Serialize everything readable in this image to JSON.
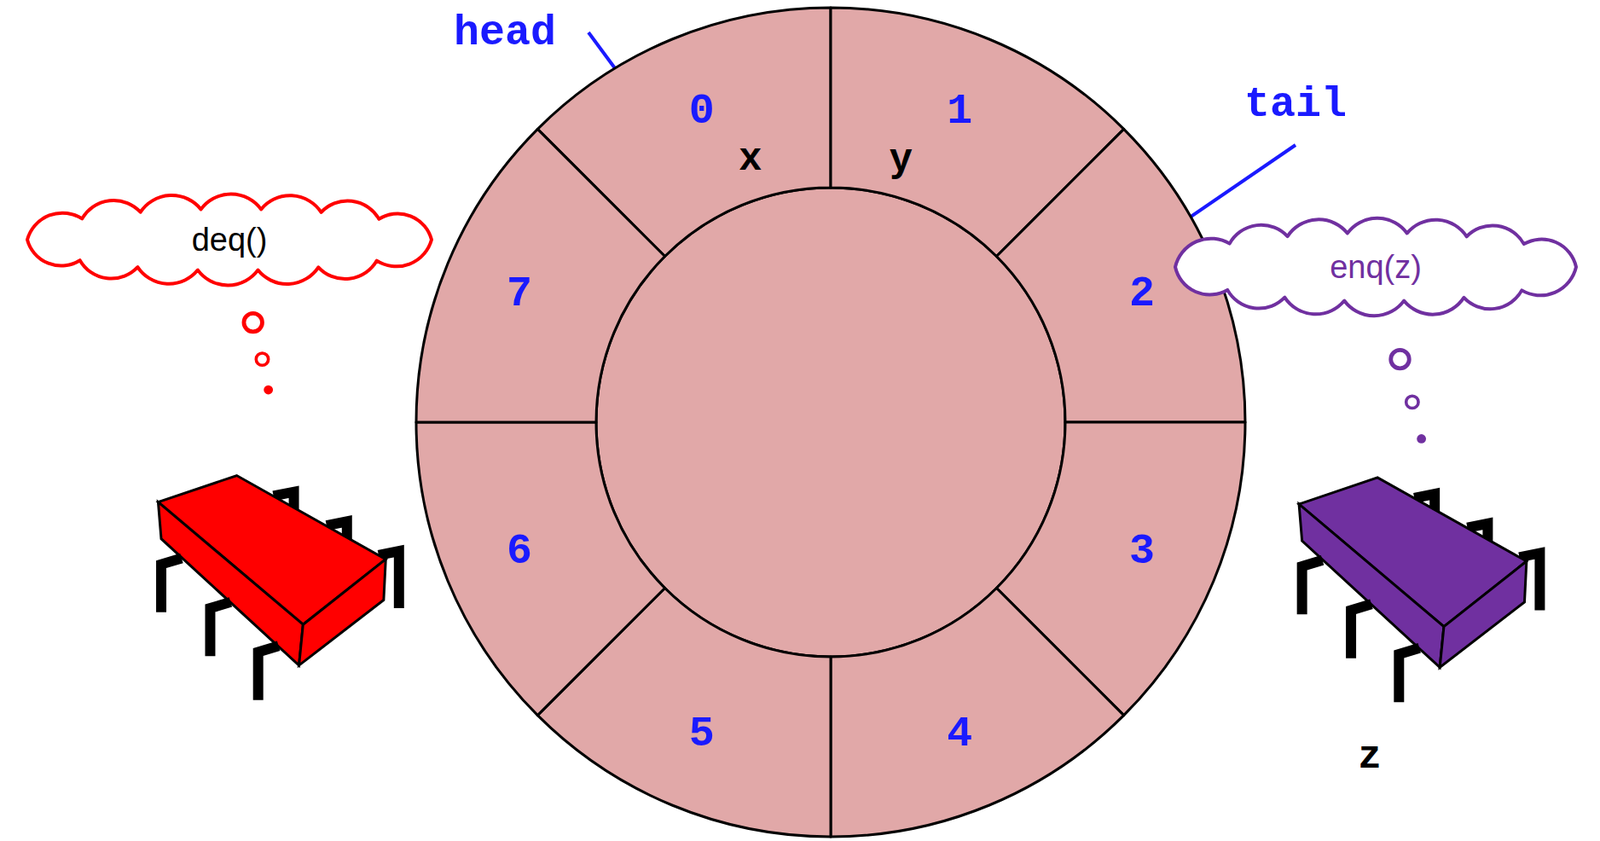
{
  "diagram": {
    "nodes": [
      {
        "text": [
          "0",
          "x"
        ]
      },
      {
        "text": [
          "1",
          "y"
        ]
      },
      {
        "text": [
          "2"
        ]
      },
      {
        "text": [
          "3"
        ]
      },
      {
        "text": [
          "4"
        ]
      },
      {
        "text": [
          "5"
        ]
      },
      {
        "text": [
          "6"
        ]
      },
      {
        "text": [
          "7"
        ]
      },
      {
        "text": [
          "deq()"
        ]
      },
      {
        "text": [
          "enq(z)"
        ]
      }
    ],
    "labels": [
      "head",
      "tail",
      "z"
    ]
  }
}
